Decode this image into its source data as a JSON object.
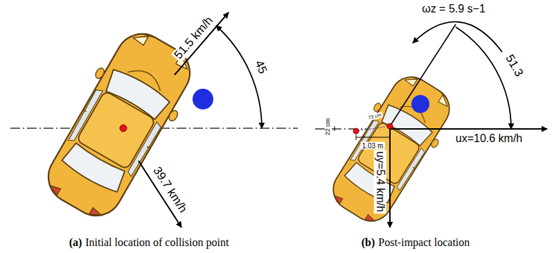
{
  "diagram": {
    "labels": [
      "51.5 km/h",
      "45",
      "39.7 km/h",
      "ωz = 5.9 s−1",
      "51.3",
      "ux=10.6 km/h",
      "uy=5.4 km/h",
      "22 cm",
      "1.03 m",
      "73 cm",
      "(a)",
      "Initial location of collision point",
      "(b)",
      "Post-impact location"
    ]
  }
}
